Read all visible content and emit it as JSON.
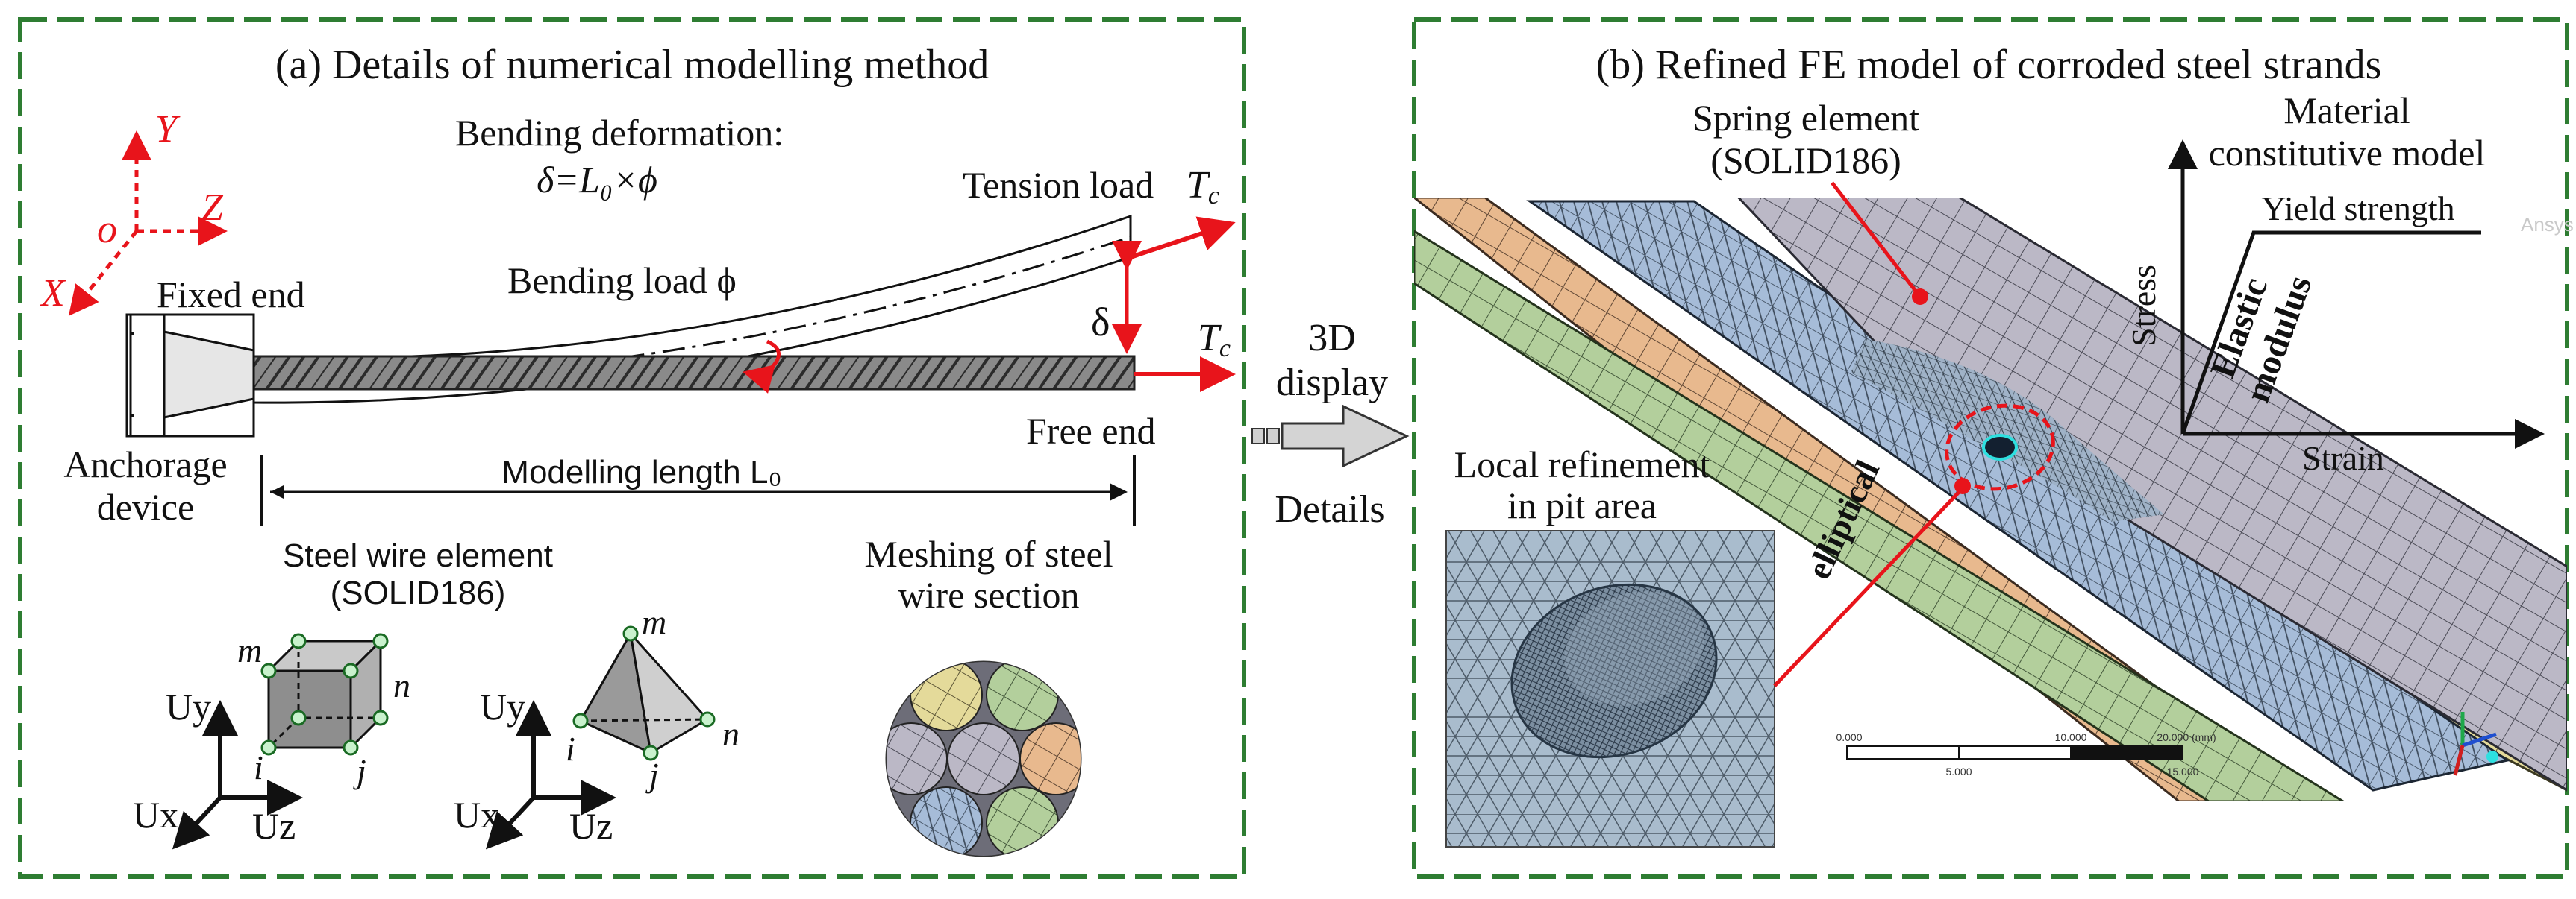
{
  "panel_a": {
    "title": "(a) Details of numerical modelling method",
    "axes": {
      "origin": "o",
      "x": "X",
      "y": "Y",
      "z": "Z"
    },
    "bending_deformation_label": "Bending deformation:",
    "bending_formula": "δ=L₀×ϕ",
    "tension_load": "Tension load",
    "tension_symbol": "T",
    "tension_subscript": "c",
    "bending_load": "Bending load ϕ",
    "fixed_end": "Fixed end",
    "delta": "δ",
    "anchorage_line1": "Anchorage",
    "anchorage_line2": "device",
    "free_end": "Free end",
    "modelling_length": "Modelling length L₀",
    "steel_wire_element_line1": "Steel wire element",
    "steel_wire_element_line2": "(SOLID186)",
    "meshing_line1": "Meshing of steel",
    "meshing_line2": "wire section",
    "node_labels": {
      "m": "m",
      "n": "n",
      "i": "i",
      "j": "j"
    },
    "dof_labels": {
      "uy": "Uy",
      "ux": "Ux",
      "uz": "Uz"
    }
  },
  "middle": {
    "line1": "3D",
    "line2": "display",
    "details": "Details"
  },
  "panel_b": {
    "title": "(b) Refined FE model of corroded steel strands",
    "spring_element_line1": "Spring element",
    "spring_element_line2": "(SOLID186)",
    "material_line1": "Material",
    "material_line2": "constitutive model",
    "yield_strength": "Yield strength",
    "stress": "Stress",
    "elastic_line1": "Elastic",
    "elastic_line2": "modulus",
    "strain": "Strain",
    "local_refinement_line1": "Local refinement",
    "local_refinement_line2": "in pit area",
    "elliptical": "elliptical",
    "scale_top": [
      "0.000",
      "10.000",
      "20.000 (mm)"
    ],
    "scale_bottom": [
      "5.000",
      "15.000"
    ],
    "watermark": "Ansys"
  },
  "colors": {
    "frame": "#2e7d32",
    "red": "#e8141b",
    "strand_grey": "#b9b6c4",
    "strand_blue": "#9fb6d3",
    "strand_green": "#b3cf9c",
    "strand_orange": "#e9b98f",
    "strand_yellow": "#e6dc9c"
  }
}
